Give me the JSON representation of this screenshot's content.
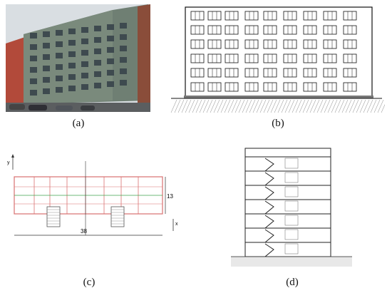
{
  "figure": {
    "panels": [
      {
        "id": "a",
        "caption": "(a)",
        "kind": "photo"
      },
      {
        "id": "b",
        "caption": "(b)",
        "kind": "elevation"
      },
      {
        "id": "c",
        "caption": "(c)",
        "kind": "floor-plan"
      },
      {
        "id": "d",
        "caption": "(d)",
        "kind": "section"
      }
    ]
  },
  "plan": {
    "y_axis": "y",
    "x_axis": "x",
    "width_dim": "38",
    "depth_dim": "13"
  },
  "colors": {
    "photo_sky": "#cfd6dc",
    "photo_facade": "#6f7f73",
    "plan_walls": "#d97070",
    "plan_green": "#3fa34d"
  }
}
